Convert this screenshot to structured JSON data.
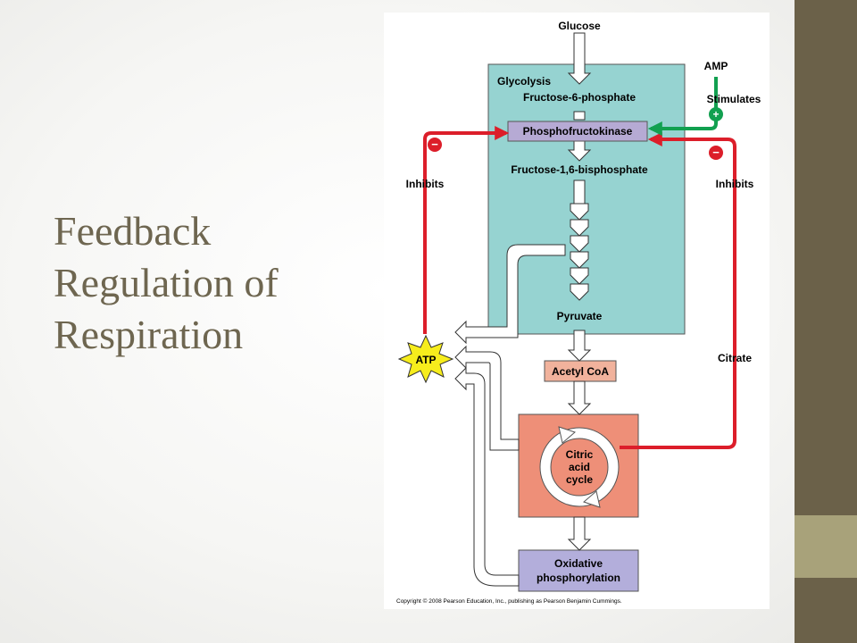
{
  "slide": {
    "title_lines": [
      "Feedback",
      "Regulation of",
      "Respiration"
    ]
  },
  "diagram": {
    "glucose": "Glucose",
    "glycolysis": "Glycolysis",
    "fructose6p": "Fructose-6-phosphate",
    "pfk": "Phosphofructokinase",
    "fructose16bp": "Fructose-1,6-bisphosphate",
    "pyruvate": "Pyruvate",
    "acetyl_coa": "Acetyl CoA",
    "citric_line1": "Citric",
    "citric_line2": "acid",
    "citric_line3": "cycle",
    "oxidative_line1": "Oxidative",
    "oxidative_line2": "phosphorylation",
    "amp": "AMP",
    "stimulates": "Stimulates",
    "inhibits_left": "Inhibits",
    "inhibits_right": "Inhibits",
    "citrate": "Citrate",
    "atp": "ATP",
    "plus_sign": "+",
    "minus_left": "−",
    "minus_right": "−",
    "copyright": "Copyright © 2008 Pearson Education, Inc., publishing as Pearson Benjamin Cummings."
  },
  "colors": {
    "glycolysis_box": "#96d3d1",
    "pfk_box": "#b6aad4",
    "acetyl_box": "#f1b29c",
    "citric_box": "#ee8f78",
    "oxidative_box": "#b3aedb",
    "inhibit_red": "#dc1e2a",
    "stimulate_green": "#12a050",
    "atp_star": "#f7ed1c",
    "band_dark": "#6b6149",
    "band_light": "#a8a27a",
    "title": "#6e6650"
  }
}
